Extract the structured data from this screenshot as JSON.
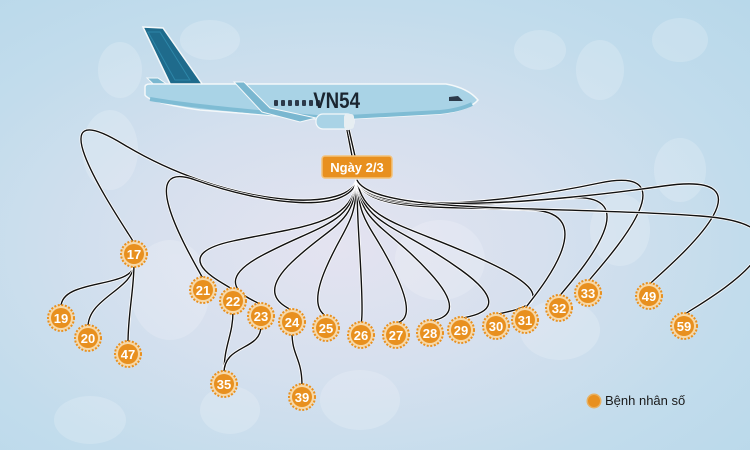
{
  "flight": {
    "code": "VN54",
    "date_label": "Ngày 2/3"
  },
  "colors": {
    "badge": "#e8901f",
    "badge_border": "#f3c27a",
    "fuselage": "#a9d3e6",
    "tail": "#1f6b8c",
    "line": "#111111"
  },
  "patients": [
    {
      "id": "17",
      "links_from": "flight"
    },
    {
      "id": "19",
      "links_from": "17"
    },
    {
      "id": "20",
      "links_from": "17"
    },
    {
      "id": "47",
      "links_from": "17"
    },
    {
      "id": "21",
      "links_from": "flight"
    },
    {
      "id": "22",
      "links_from": "flight"
    },
    {
      "id": "23",
      "links_from": "flight"
    },
    {
      "id": "35",
      "links_from": [
        "22",
        "23"
      ]
    },
    {
      "id": "24",
      "links_from": "flight"
    },
    {
      "id": "39",
      "links_from": "24"
    },
    {
      "id": "25",
      "links_from": "flight"
    },
    {
      "id": "26",
      "links_from": "flight"
    },
    {
      "id": "27",
      "links_from": "flight"
    },
    {
      "id": "28",
      "links_from": "flight"
    },
    {
      "id": "29",
      "links_from": "flight"
    },
    {
      "id": "30",
      "links_from": "flight"
    },
    {
      "id": "31",
      "links_from": "flight"
    },
    {
      "id": "32",
      "links_from": "flight"
    },
    {
      "id": "33",
      "links_from": "flight"
    },
    {
      "id": "49",
      "links_from": "flight"
    },
    {
      "id": "59",
      "links_from": "flight"
    }
  ],
  "legend": {
    "label": "Bệnh nhân số"
  }
}
